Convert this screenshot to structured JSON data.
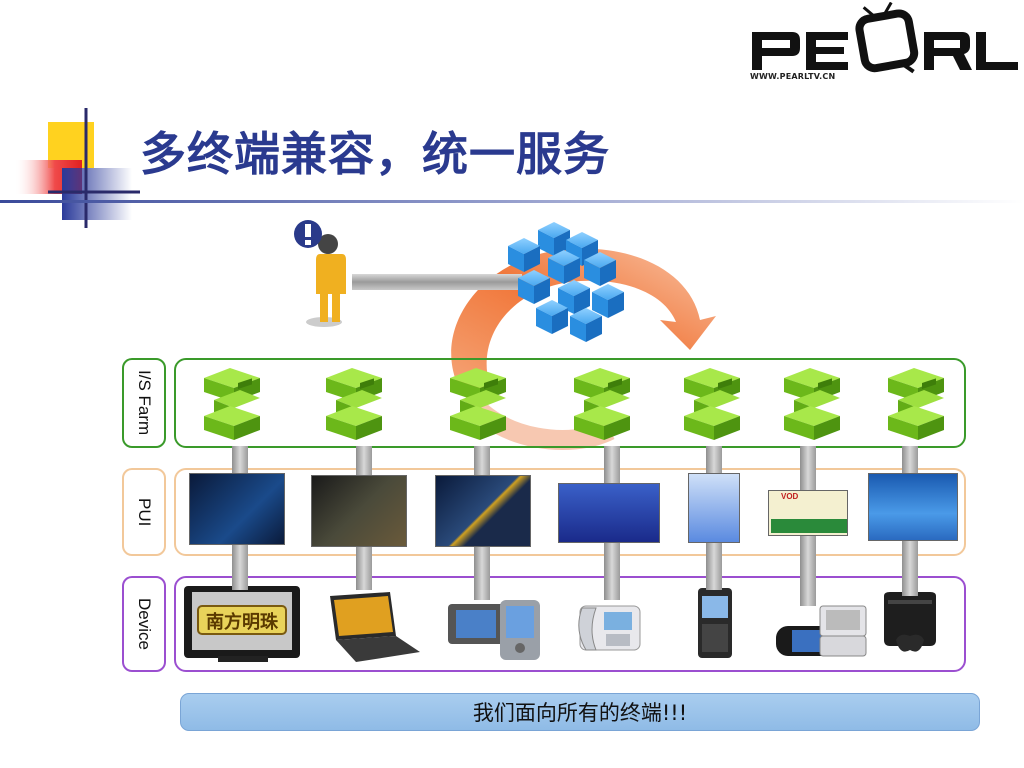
{
  "slide": {
    "title": "多终端兼容，统一服务",
    "logo": {
      "brand": "PEARL",
      "url": "WWW.PEARLTV.CN"
    }
  },
  "diagram": {
    "rows": [
      {
        "label": "I/S Farm"
      },
      {
        "label": "PUI"
      },
      {
        "label": "Device"
      }
    ],
    "tv_screen_text": "南方明珠",
    "pui_labels": {
      "mvod": "VOD"
    },
    "footer": "我们面向所有的终端!!!"
  },
  "colors": {
    "title": "#2a3a8f",
    "is_farm_border": "#3a9a2a",
    "pui_border": "#f2c89a",
    "device_border": "#9b4fd0",
    "server_green": "#7ac21e",
    "cube_blue": "#2a8ee0",
    "arrow_orange": "#f07a3a",
    "footer_bg": "#9cc4ec"
  },
  "icons": [
    "alert-person-icon",
    "blue-cube-cluster-icon",
    "cycle-arrow-icon",
    "green-server-icon"
  ]
}
